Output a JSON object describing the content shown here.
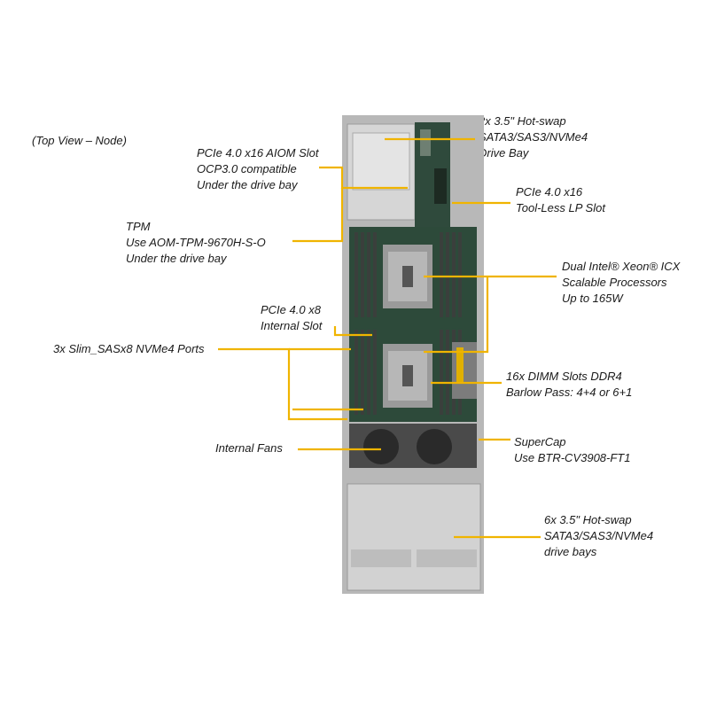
{
  "view_label": "(Top View – Node)",
  "callouts": {
    "top_bay": [
      "2x 3.5\" Hot-swap",
      "SATA3/SAS3/NVMe4",
      "Drive Bay"
    ],
    "aiom": [
      "PCIe 4.0 x16 AIOM Slot",
      "OCP3.0 compatible",
      "Under the drive bay"
    ],
    "lp_slot": [
      "PCIe 4.0 x16",
      "Tool-Less LP Slot"
    ],
    "tpm": [
      "TPM",
      "Use AOM-TPM-9670H-S-O",
      "Under the drive bay"
    ],
    "cpu": [
      "Dual Intel® Xeon® ICX",
      "Scalable Processors",
      "Up to 165W"
    ],
    "internal_slot": [
      "PCIe 4.0 x8",
      "Internal Slot"
    ],
    "slim_sas": [
      "3x Slim_SASx8 NVMe4 Ports"
    ],
    "dimm": [
      "16x DIMM Slots DDR4",
      "Barlow Pass: 4+4 or 6+1"
    ],
    "fans": [
      "Internal Fans"
    ],
    "supercap": [
      "SuperCap",
      "Use BTR-CV3908-FT1"
    ],
    "front_bays": [
      "6x 3.5\" Hot-swap",
      "SATA3/SAS3/NVMe4",
      "drive bays"
    ]
  },
  "colors": {
    "leader": "#f0b400",
    "board": "#2d4a3a",
    "chassis": "#c9c9c9",
    "heatsink": "#9a9a9a",
    "dimm": "#3a3f3c"
  }
}
